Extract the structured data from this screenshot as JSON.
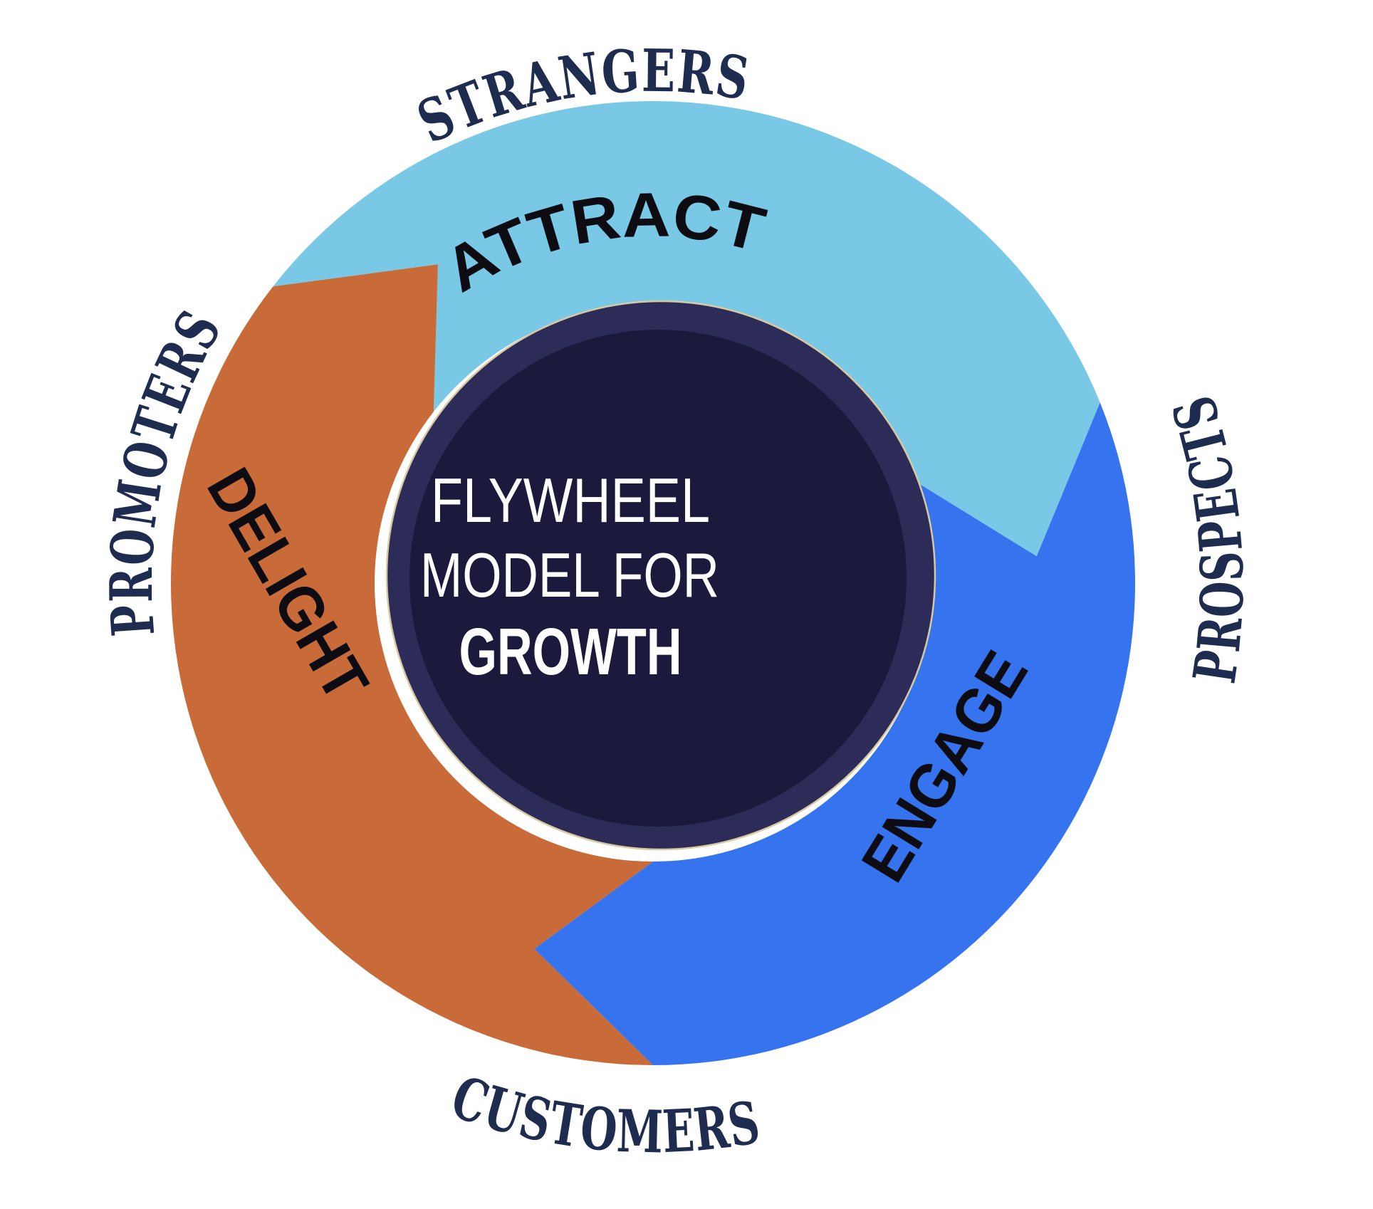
{
  "diagram": {
    "center_title": {
      "line1": "FLYWHEEL",
      "line2": "MODEL FOR",
      "line3": "GROWTH"
    },
    "segments": [
      {
        "label": "ATTRACT",
        "color": "#79C9E6"
      },
      {
        "label": "ENGAGE",
        "color": "#3673EE"
      },
      {
        "label": "DELIGHT",
        "color": "#C96B39"
      }
    ],
    "outer_labels": [
      {
        "text": "STRANGERS"
      },
      {
        "text": "PROSPECTS"
      },
      {
        "text": "CUSTOMERS"
      },
      {
        "text": "PROMOTERS"
      }
    ],
    "colors": {
      "background": "#FFFFFF",
      "inner_ring": "#2D2C58",
      "inner_disc": "#1B1A3C",
      "ring_outline": "#D8C9A0",
      "segment_label_text": "#0C0C12",
      "outer_label_text": "#1E2C50",
      "center_text": "#FFFFFF"
    }
  }
}
